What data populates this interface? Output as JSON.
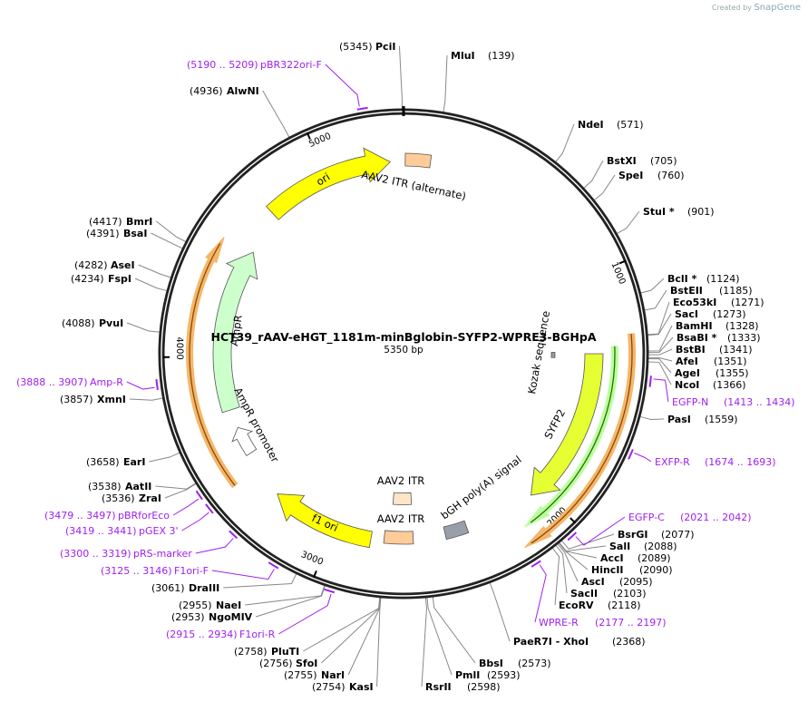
{
  "watermark": {
    "prefix": "Created by",
    "brand": "SnapGene"
  },
  "map": {
    "title": "HCT39_rAAV-eHGT_1181m-minBglobin-SYFP2-WPRE3-BGHpA",
    "length_label": "5350 bp",
    "length": 5350,
    "tick_labels": [
      "1000",
      "2000",
      "3000",
      "4000",
      "5000"
    ]
  },
  "enzymes": [
    {
      "name": "PciI",
      "pos": "(5345)",
      "site": 5345
    },
    {
      "name": "MluI",
      "pos": "(139)",
      "site": 139
    },
    {
      "name": "NdeI",
      "pos": "(571)",
      "site": 571
    },
    {
      "name": "BstXI",
      "pos": "(705)",
      "site": 705
    },
    {
      "name": "SpeI",
      "pos": "(760)",
      "site": 760
    },
    {
      "name": "StuI *",
      "pos": "(901)",
      "site": 901
    },
    {
      "name": "BclI *",
      "pos": "(1124)",
      "site": 1124
    },
    {
      "name": "BstEII",
      "pos": "(1185)",
      "site": 1185
    },
    {
      "name": "Eco53kI",
      "pos": "(1271)",
      "site": 1271
    },
    {
      "name": "SacI",
      "pos": "(1273)",
      "site": 1273
    },
    {
      "name": "BamHI",
      "pos": "(1328)",
      "site": 1328
    },
    {
      "name": "BsaBI *",
      "pos": "(1333)",
      "site": 1333
    },
    {
      "name": "BstBI",
      "pos": "(1341)",
      "site": 1341
    },
    {
      "name": "AfeI",
      "pos": "(1351)",
      "site": 1351
    },
    {
      "name": "AgeI",
      "pos": "(1355)",
      "site": 1355
    },
    {
      "name": "NcoI",
      "pos": "(1366)",
      "site": 1366
    },
    {
      "name": "PasI",
      "pos": "(1559)",
      "site": 1559
    },
    {
      "name": "BsrGI",
      "pos": "(2077)",
      "site": 2077
    },
    {
      "name": "SalI",
      "pos": "(2088)",
      "site": 2088
    },
    {
      "name": "AccI",
      "pos": "(2089)",
      "site": 2089
    },
    {
      "name": "HincII",
      "pos": "(2090)",
      "site": 2090
    },
    {
      "name": "AscI",
      "pos": "(2095)",
      "site": 2095
    },
    {
      "name": "SacII",
      "pos": "(2103)",
      "site": 2103
    },
    {
      "name": "EcoRV",
      "pos": "(2118)",
      "site": 2118
    },
    {
      "name": "PaeR7I  - XhoI",
      "pos": "(2368)",
      "site": 2368
    },
    {
      "name": "BbsI",
      "pos": "(2573)",
      "site": 2573
    },
    {
      "name": "PmlI",
      "pos": "(2593)",
      "site": 2593
    },
    {
      "name": "RsrII",
      "pos": "(2598)",
      "site": 2598
    },
    {
      "name": "KasI",
      "pos": "(2754)",
      "site": 2754
    },
    {
      "name": "NarI",
      "pos": "(2755)",
      "site": 2755
    },
    {
      "name": "SfoI",
      "pos": "(2756)",
      "site": 2756
    },
    {
      "name": "PluTI",
      "pos": "(2758)",
      "site": 2758
    },
    {
      "name": "NgoMIV",
      "pos": "(2953)",
      "site": 2953
    },
    {
      "name": "NaeI",
      "pos": "(2955)",
      "site": 2955
    },
    {
      "name": "DraIII",
      "pos": "(3061)",
      "site": 3061
    },
    {
      "name": "ZraI",
      "pos": "(3536)",
      "site": 3536
    },
    {
      "name": "AatII",
      "pos": "(3538)",
      "site": 3538
    },
    {
      "name": "EarI",
      "pos": "(3658)",
      "site": 3658
    },
    {
      "name": "XmnI",
      "pos": "(3857)",
      "site": 3857
    },
    {
      "name": "PvuI",
      "pos": "(4088)",
      "site": 4088
    },
    {
      "name": "FspI",
      "pos": "(4234)",
      "site": 4234
    },
    {
      "name": "AseI",
      "pos": "(4282)",
      "site": 4282
    },
    {
      "name": "BsaI",
      "pos": "(4391)",
      "site": 4391
    },
    {
      "name": "BmrI",
      "pos": "(4417)",
      "site": 4417
    },
    {
      "name": "AlwNI",
      "pos": "(4936)",
      "site": 4936
    }
  ],
  "primers": [
    {
      "name": "pBR322ori-F",
      "range": "(5190 .. 5209)",
      "start": 5190,
      "end": 5209
    },
    {
      "name": "EGFP-N",
      "range": "(1413 .. 1434)",
      "start": 1413,
      "end": 1434
    },
    {
      "name": "EXFP-R",
      "range": "(1674 .. 1693)",
      "start": 1674,
      "end": 1693
    },
    {
      "name": "EGFP-C",
      "range": "(2021 .. 2042)",
      "start": 2021,
      "end": 2042
    },
    {
      "name": "WPRE-R",
      "range": "(2177 .. 2197)",
      "start": 2177,
      "end": 2197
    },
    {
      "name": "F1ori-R",
      "range": "(2915 .. 2934)",
      "start": 2915,
      "end": 2934
    },
    {
      "name": "F1ori-F",
      "range": "(3125 .. 3146)",
      "start": 3125,
      "end": 3146
    },
    {
      "name": "pRS-marker",
      "range": "(3300 .. 3319)",
      "start": 3300,
      "end": 3319
    },
    {
      "name": "pGEX 3'",
      "range": "(3419 .. 3441)",
      "start": 3419,
      "end": 3441
    },
    {
      "name": "pBRforEco",
      "range": "(3479 .. 3497)",
      "start": 3479,
      "end": 3497
    },
    {
      "name": "Amp-R",
      "range": "(3888 .. 3907)",
      "start": 3888,
      "end": 3907
    }
  ],
  "features": [
    {
      "name": "ori",
      "color": "#ffff00"
    },
    {
      "name": "AAV2 ITR (alternate)",
      "color": "#ffcc99"
    },
    {
      "name": "AmpR",
      "color": "#ccffcc"
    },
    {
      "name": "AmpR promoter",
      "color": "#ffffff"
    },
    {
      "name": "SYFP2",
      "color": "#e5ff33"
    },
    {
      "name": "Kozak sequence",
      "color": "#999999"
    },
    {
      "name": "bGH poly(A) signal",
      "color": "#999fa8"
    },
    {
      "name": "AAV2 ITR",
      "color": "#ffe4c8"
    },
    {
      "name": "AAV2 ITR",
      "color": "#ffcc99"
    },
    {
      "name": "f1 ori",
      "color": "#ffff00"
    }
  ],
  "colors": {
    "primer": "#a020f0",
    "backbone": "#222222",
    "orange_track": "#f5b66b",
    "green_track": "#b8ff9c"
  }
}
